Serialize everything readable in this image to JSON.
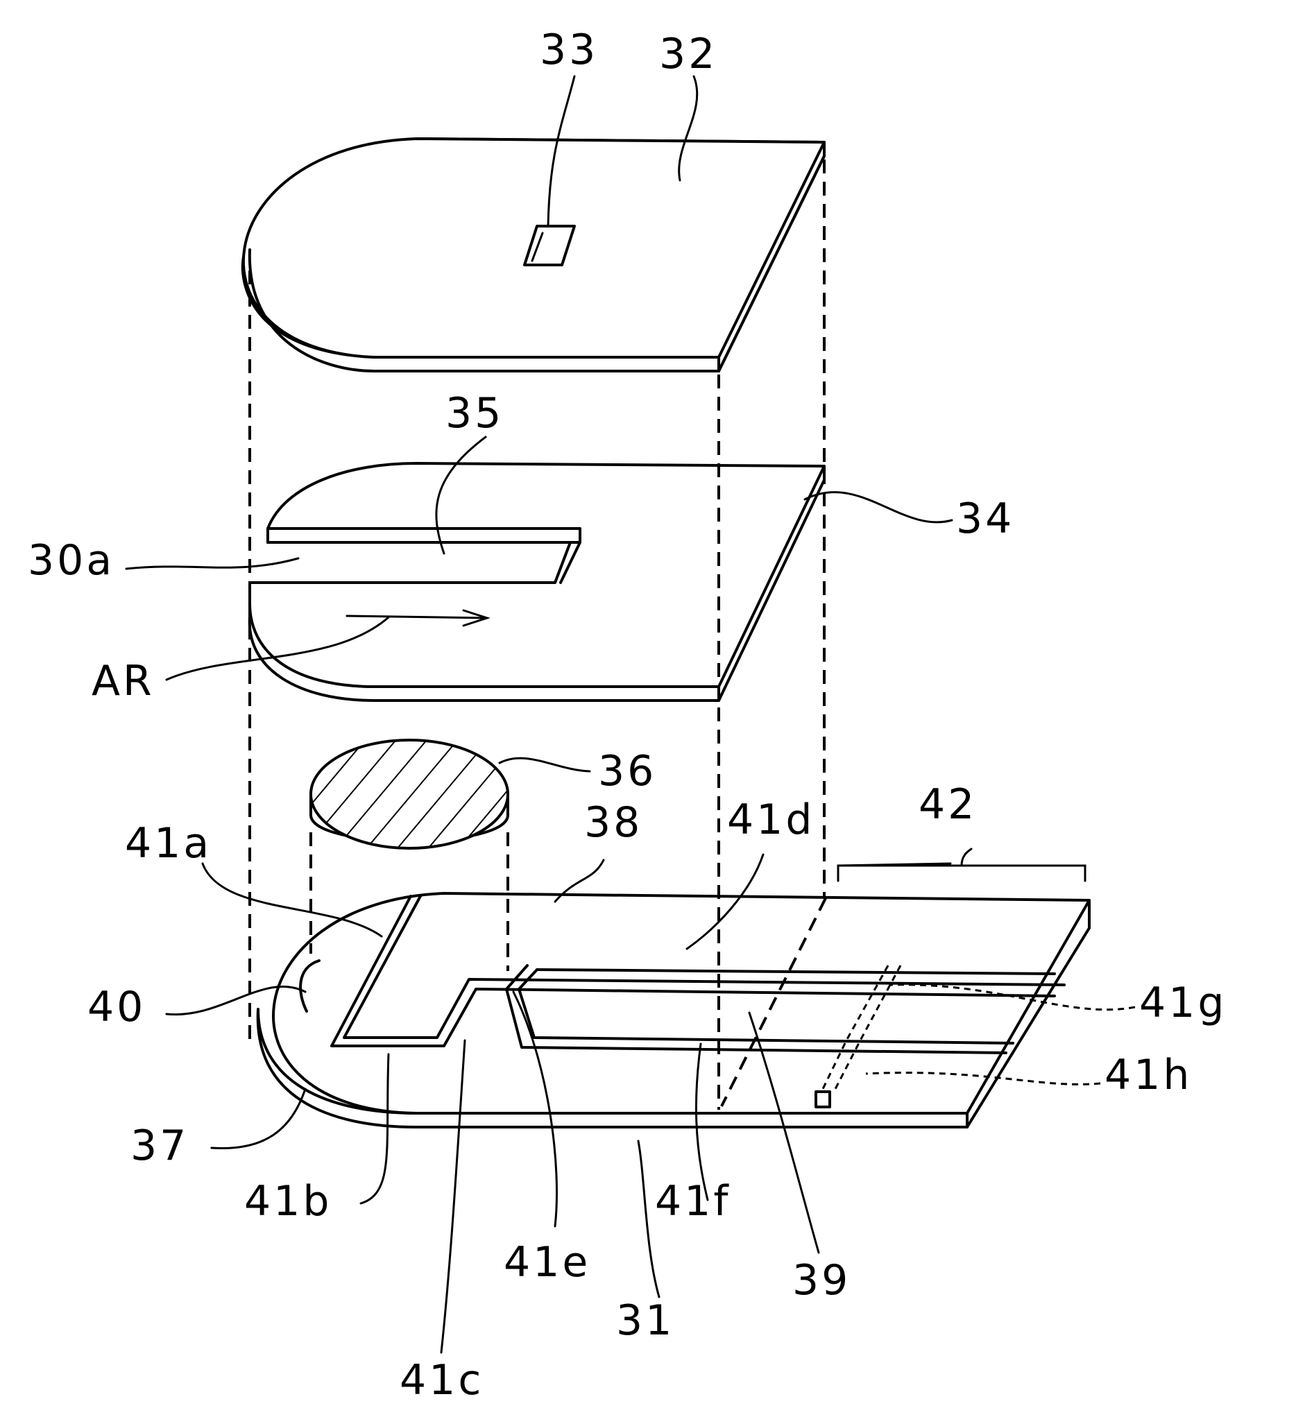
{
  "labels": {
    "l33": "33",
    "l32": "32",
    "l35": "35",
    "l34": "34",
    "l30a": "30a",
    "lAR": "AR",
    "l36": "36",
    "l38": "38",
    "l41d": "41d",
    "l42": "42",
    "l41a": "41a",
    "l40": "40",
    "l41g": "41g",
    "l41h": "41h",
    "l37": "37",
    "l41b": "41b",
    "l41f": "41f",
    "l39": "39",
    "l41e": "41e",
    "l31": "31",
    "l41c": "41c"
  }
}
